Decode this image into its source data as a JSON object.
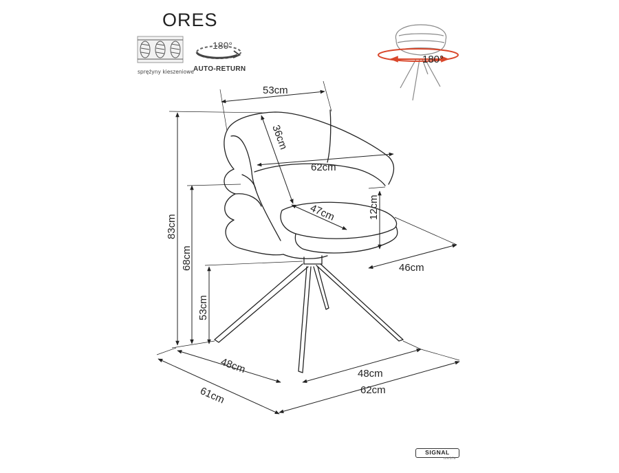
{
  "title": "ORES",
  "icons": {
    "spring_label": "sprężyny kieszeniowe",
    "rotation_label": "180°",
    "auto_return_label": "AUTO-RETURN",
    "thumb_rotation_label": "180°"
  },
  "dimensions": {
    "seat_back_width": "53cm",
    "back_depth": "36cm",
    "arm_width": "62cm",
    "seat_depth_inner": "47cm",
    "armrest_height": "12cm",
    "seat_depth": "46cm",
    "total_height": "83cm",
    "arm_height": "68cm",
    "seat_height": "53cm",
    "base_depth": "48cm",
    "base_width": "48cm",
    "total_depth": "61cm",
    "total_width": "62cm"
  },
  "brand": {
    "name": "SIGNAL",
    "sub": "meble"
  },
  "colors": {
    "line": "#222222",
    "rotation_arrow": "#d9472b",
    "thumb_line": "#777777"
  }
}
